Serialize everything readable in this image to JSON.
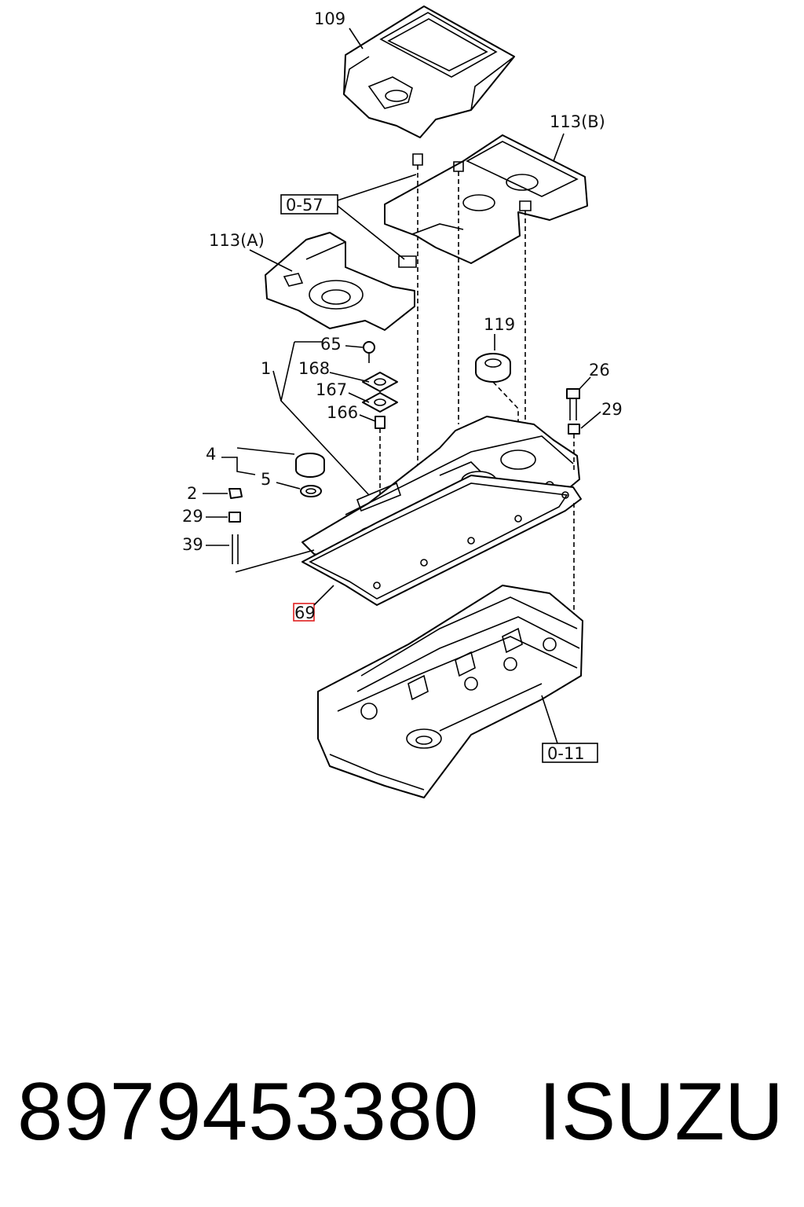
{
  "callouts": {
    "c109": "109",
    "c113b": "113(B)",
    "c113a": "113(A)",
    "c119": "119",
    "c65": "65",
    "c1": "1",
    "c168": "168",
    "c167": "167",
    "c166": "166",
    "c26": "26",
    "c29r": "29",
    "c4": "4",
    "c5": "5",
    "c2": "2",
    "c29l": "29",
    "c39": "39",
    "c69": "69"
  },
  "references": {
    "ref057": "0-57",
    "ref011": "0-11"
  },
  "highlight_color": "#e02020",
  "footer": {
    "part_number": "8979453380",
    "brand": "ISUZU"
  }
}
